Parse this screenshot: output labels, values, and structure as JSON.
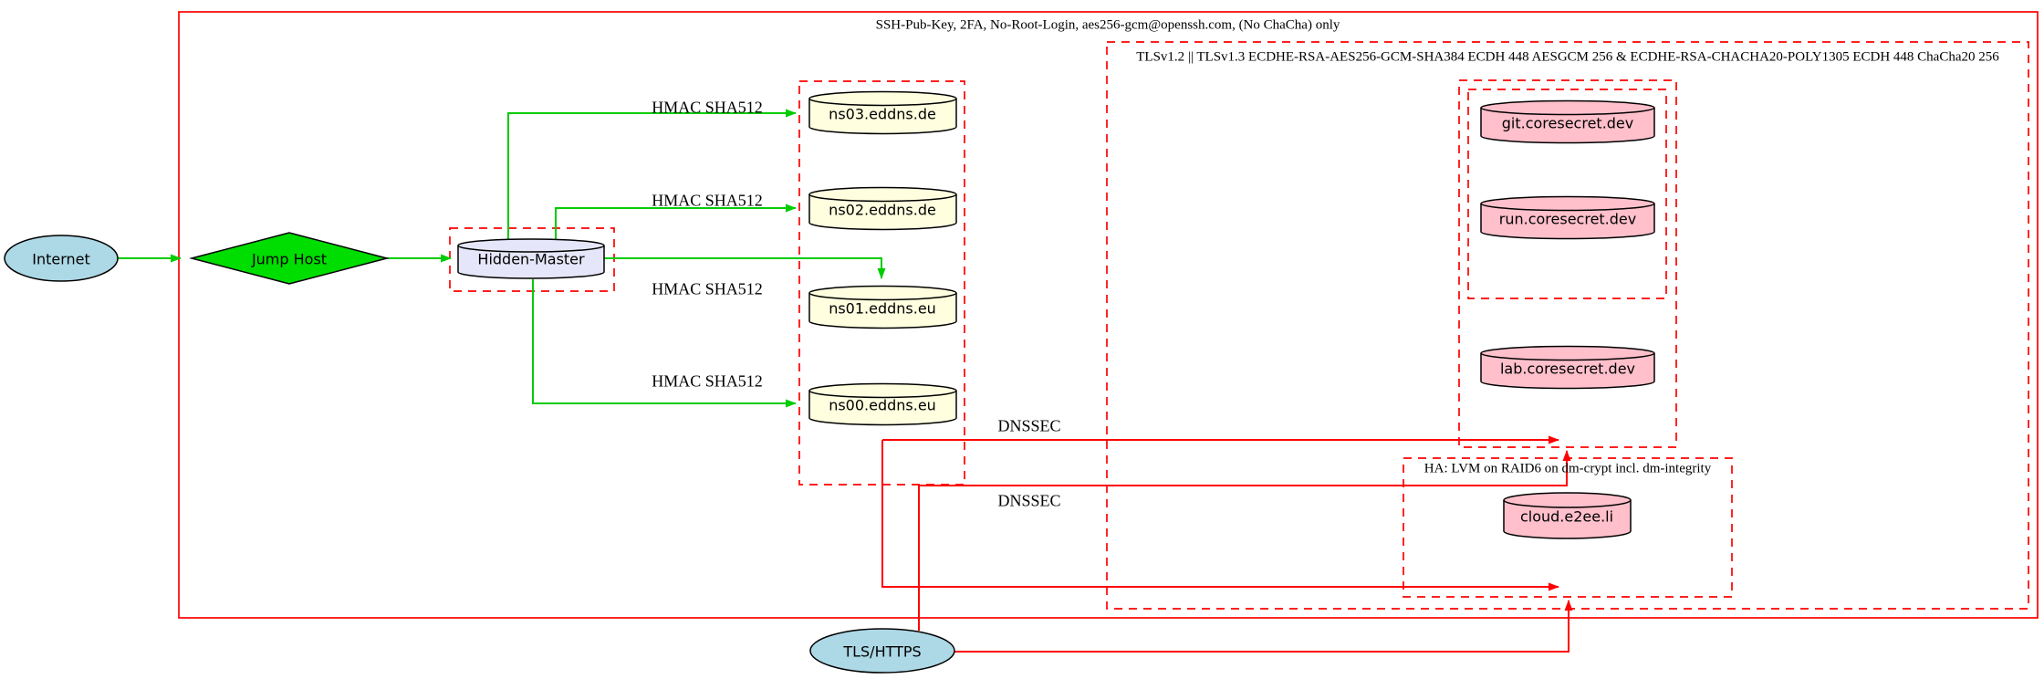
{
  "diagram": {
    "clusters": {
      "ssh": {
        "label": "SSH-Pub-Key, 2FA, No-Root-Login, aes256-gcm@openssh.com, (No ChaCha) only"
      },
      "tls": {
        "label": "TLSv1.2 || TLSv1.3 ECDHE-RSA-AES256-GCM-SHA384 ECDH 448 AESGCM 256 & ECDHE-RSA-CHACHA20-POLY1305 ECDH 448 ChaCha20 256"
      },
      "ha": {
        "label": "HA: LVM on RAID6 on dm-crypt incl. dm-integrity"
      }
    },
    "nodes": {
      "internet": "Internet",
      "jump_host": "Jump Host",
      "hidden_master": "Hidden-Master",
      "ns03": "ns03.eddns.de",
      "ns02": "ns02.eddns.de",
      "ns01": "ns01.eddns.eu",
      "ns00": "ns00.eddns.eu",
      "git": "git.coresecret.dev",
      "run": "run.coresecret.dev",
      "lab": "lab.coresecret.dev",
      "cloud": "cloud.e2ee.li",
      "tls_https": "TLS/HTTPS"
    },
    "edge_labels": {
      "hmac": "HMAC SHA512",
      "dnssec": "DNSSEC"
    },
    "colors": {
      "cluster_border": "#ff0000",
      "secure_edge_green": "#00cc00",
      "diamond_green": "#00dd00",
      "internet_fill": "#add8e6",
      "ns_fill": "#ffffe0",
      "master_fill": "#e6e6fa",
      "service_fill": "#ffc0cb"
    }
  }
}
